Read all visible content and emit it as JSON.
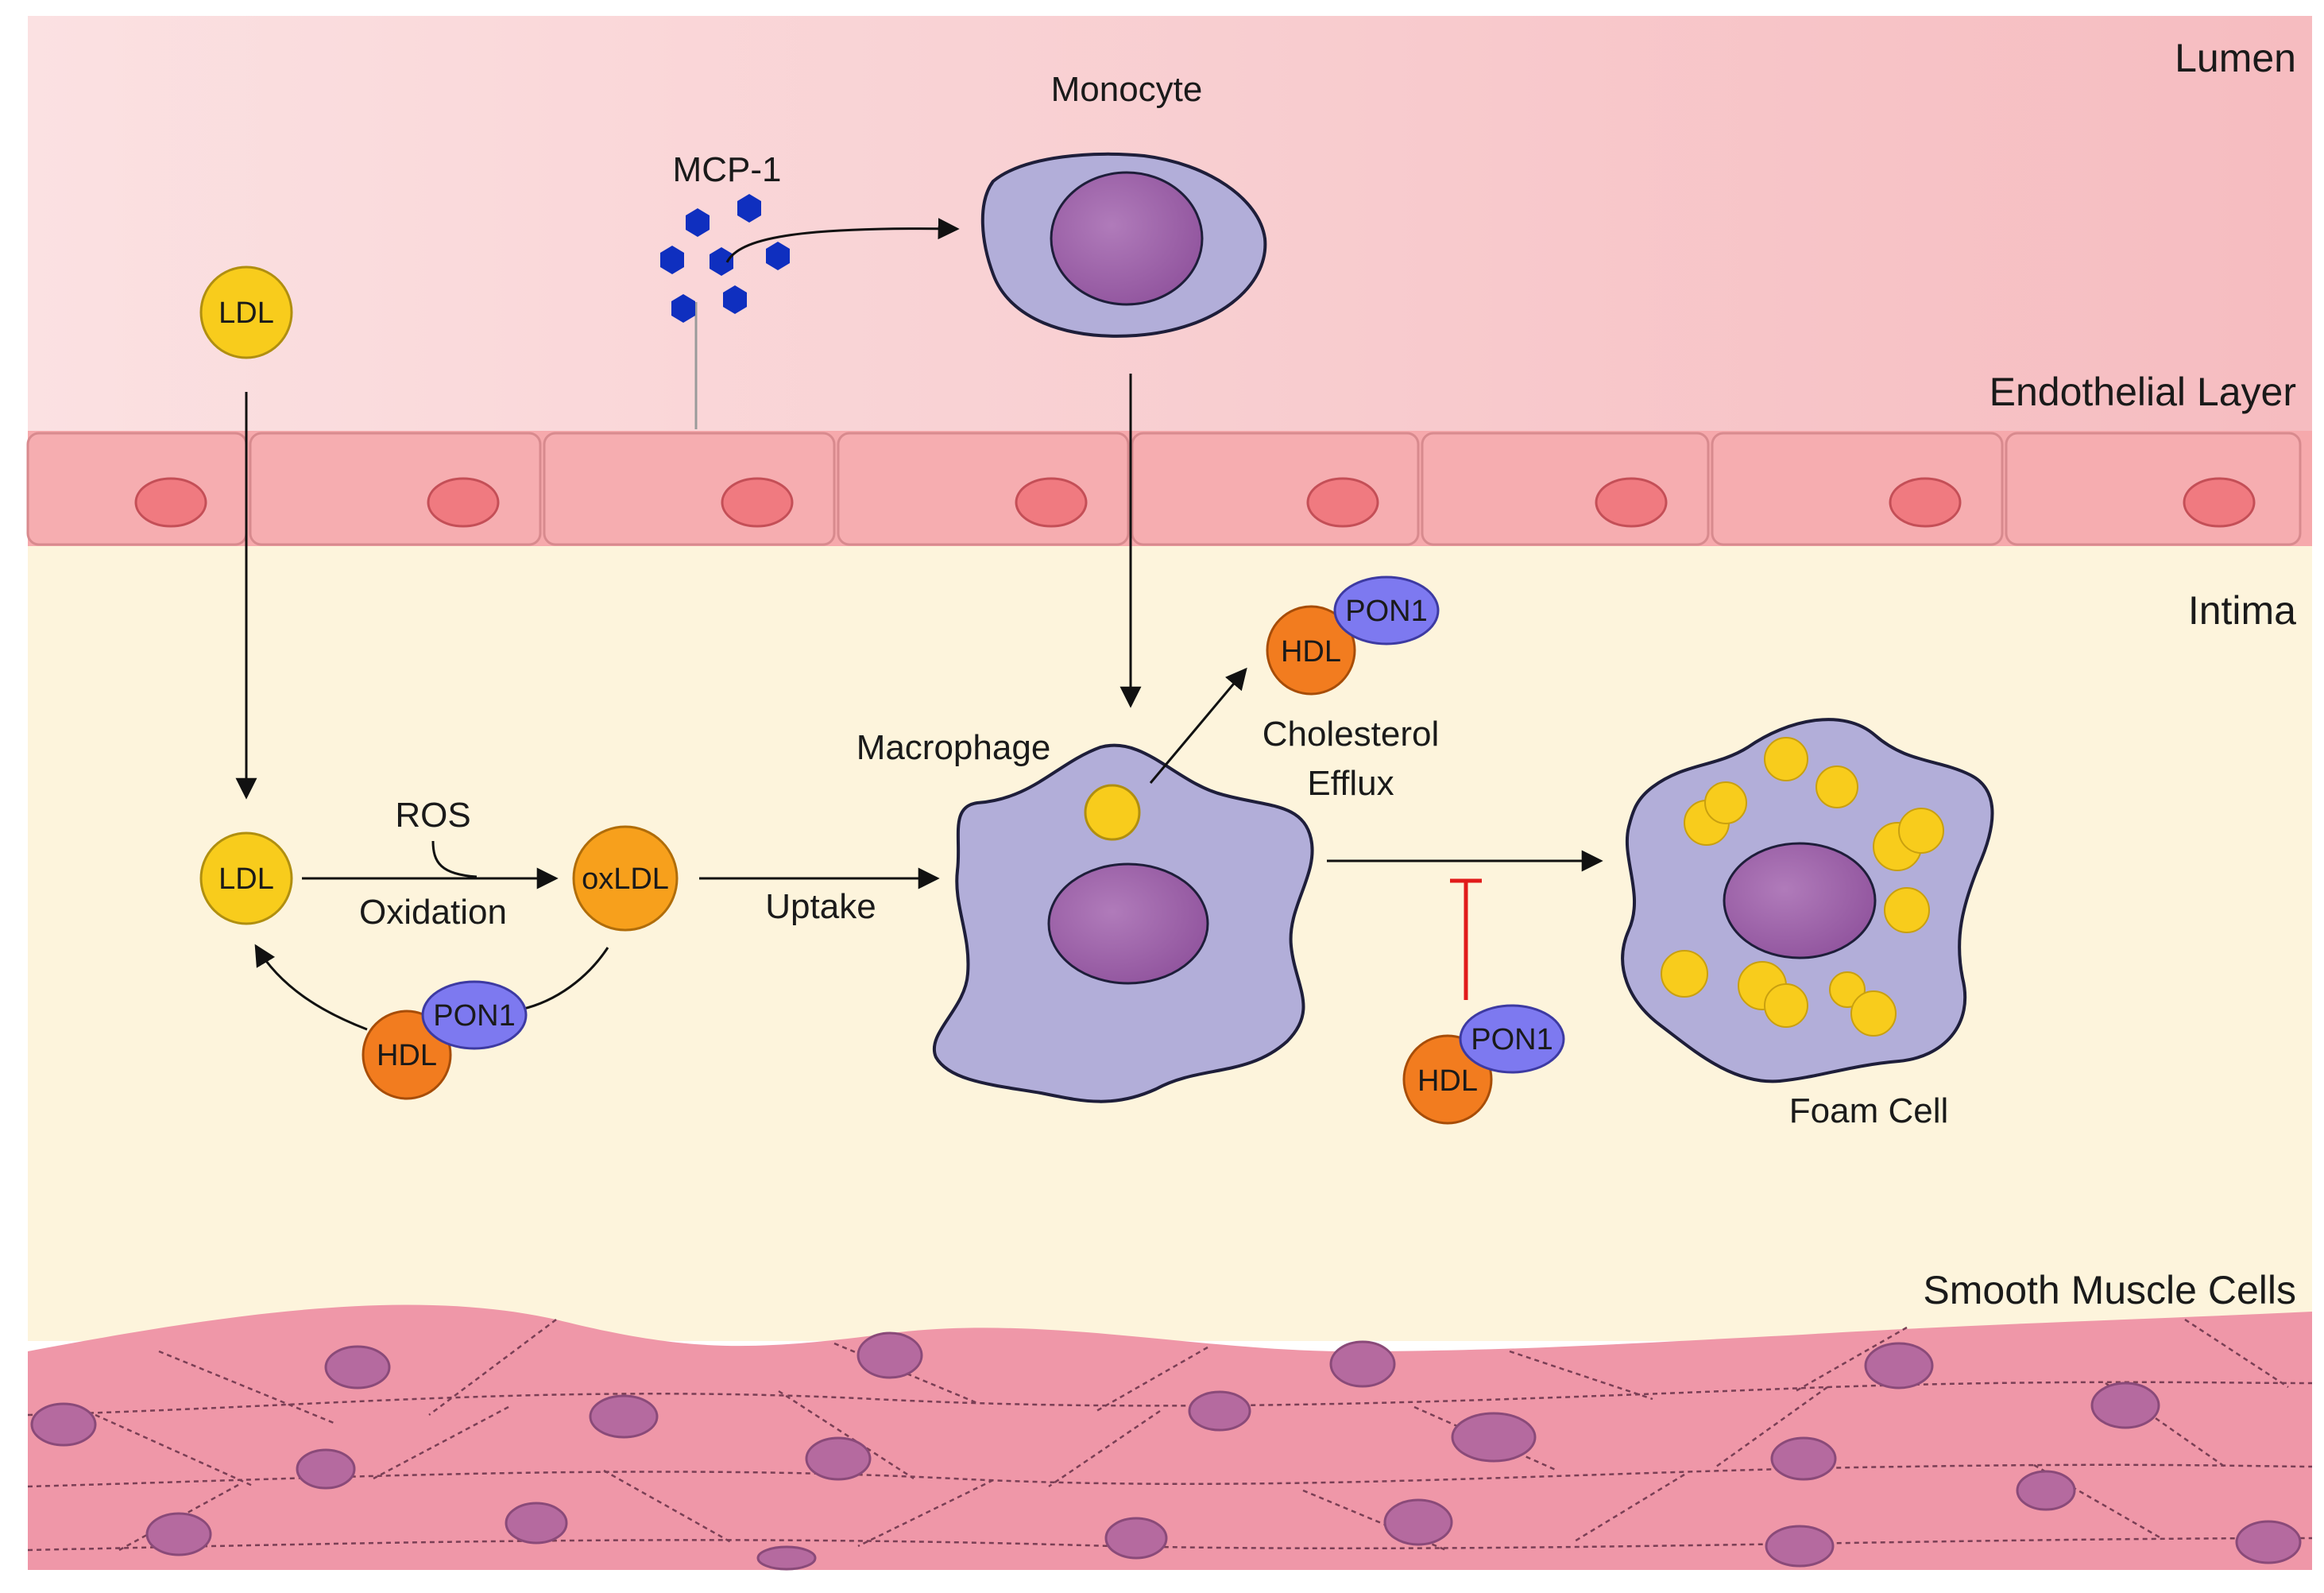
{
  "regions": {
    "lumen": "Lumen",
    "endothelial": "Endothelial Layer",
    "intima": "Intima",
    "smooth_muscle": "Smooth Muscle Cells"
  },
  "cells": {
    "monocyte": "Monocyte",
    "macrophage": "Macrophage",
    "foam_cell": "Foam Cell"
  },
  "molecules": {
    "mcp1": "MCP-1",
    "ldl": "LDL",
    "oxldl": "oxLDL",
    "hdl": "HDL",
    "pon1": "PON1"
  },
  "processes": {
    "ros": "ROS",
    "oxidation": "Oxidation",
    "uptake": "Uptake",
    "cholesterol_efflux_line1": "Cholesterol",
    "cholesterol_efflux_line2": "Efflux"
  },
  "colors": {
    "lumen": "#f9d6d8",
    "endothelium": "#f6a7aa",
    "intima": "#fdf5dc",
    "smooth_muscle": "#e0869e",
    "nucleus": "#9b62a8",
    "monocyte_body": "#b0acd6",
    "ldl": "#f8cc1c",
    "oxldl": "#f7a01c",
    "hdl": "#f27c1f",
    "pon1": "#7d79f0",
    "mcp1": "#0f2fbf",
    "inhibition": "#e11b1b"
  }
}
